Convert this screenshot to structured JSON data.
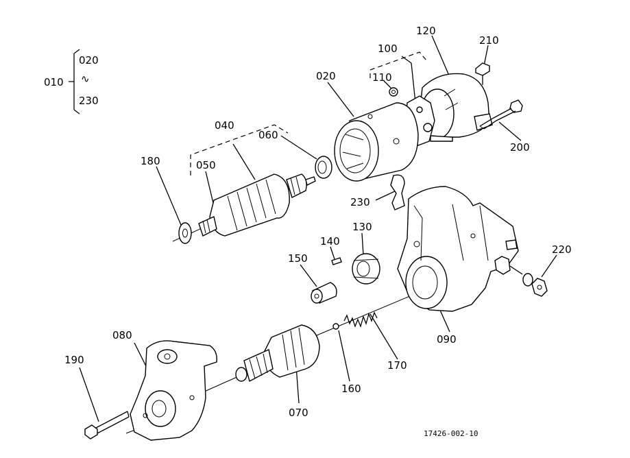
{
  "labels": {
    "010": "010",
    "020_a": "020",
    "tilde": "∿",
    "230_a": "230",
    "100": "100",
    "110": "110",
    "120": "120",
    "210": "210",
    "020": "020",
    "040": "040",
    "060": "060",
    "180": "180",
    "050": "050",
    "200": "200",
    "230": "230",
    "140": "140",
    "130": "130",
    "150": "150",
    "220": "220",
    "080": "080",
    "090": "090",
    "190": "190",
    "170": "170",
    "160": "160",
    "070": "070"
  },
  "footer": {
    "code": "17426-002-10"
  }
}
